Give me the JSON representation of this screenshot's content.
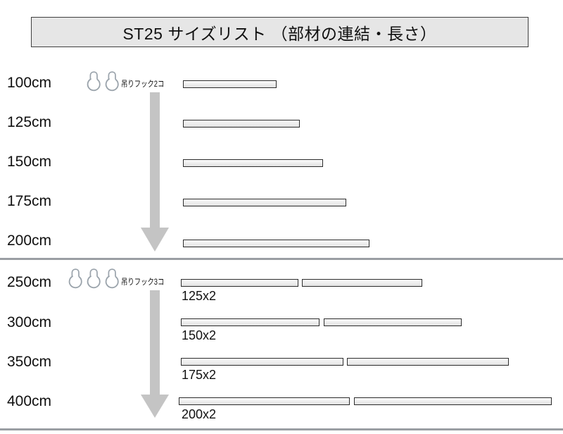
{
  "title": {
    "text": "ST25 サイズリスト （部材の連結・長さ）"
  },
  "hooks": {
    "upper": {
      "label": "吊りフック2コ",
      "count": 2,
      "icon": "hanging-hook-icon"
    },
    "lower": {
      "label": "吊りフック3コ",
      "count": 3,
      "icon": "hanging-hook-icon"
    }
  },
  "arrows": {
    "upper": "down-arrow-icon",
    "lower": "down-arrow-icon"
  },
  "colors": {
    "banner_fill": "#e6e6e6",
    "banner_border": "#3f3f3f",
    "bar_fill": "#ededed",
    "bar_border": "#2c2c2c",
    "arrow_fill": "#c4c4c4",
    "divider": "#9a9ea3",
    "hook_stroke": "#9aa3ab",
    "text": "#101010"
  },
  "sections": [
    {
      "name": "single-piece",
      "rows": [
        {
          "size": "100cm",
          "sublabel": "",
          "pieces": [
            {
              "length": 100
            }
          ]
        },
        {
          "size": "125cm",
          "sublabel": "",
          "pieces": [
            {
              "length": 125
            }
          ]
        },
        {
          "size": "150cm",
          "sublabel": "",
          "pieces": [
            {
              "length": 150
            }
          ]
        },
        {
          "size": "175cm",
          "sublabel": "",
          "pieces": [
            {
              "length": 175
            }
          ]
        },
        {
          "size": "200cm",
          "sublabel": "",
          "pieces": [
            {
              "length": 200
            }
          ]
        }
      ]
    },
    {
      "name": "joined-pieces",
      "rows": [
        {
          "size": "250cm",
          "sublabel": "125x2",
          "pieces": [
            {
              "length": 125
            },
            {
              "length": 125
            }
          ]
        },
        {
          "size": "300cm",
          "sublabel": "150x2",
          "pieces": [
            {
              "length": 150
            },
            {
              "length": 150
            }
          ]
        },
        {
          "size": "350cm",
          "sublabel": "175x2",
          "pieces": [
            {
              "length": 175
            },
            {
              "length": 175
            }
          ]
        },
        {
          "size": "400cm",
          "sublabel": "200x2",
          "pieces": [
            {
              "length": 200
            },
            {
              "length": 200
            }
          ]
        }
      ]
    }
  ],
  "rows_flat": {
    "r100": "100cm",
    "r125": "125cm",
    "r150": "150cm",
    "r175": "175cm",
    "r200": "200cm",
    "r250": "250cm",
    "r300": "300cm",
    "r350": "350cm",
    "r400": "400cm"
  },
  "sublabels_flat": {
    "s250": "125x2",
    "s300": "150x2",
    "s350": "175x2",
    "s400": "200x2"
  }
}
